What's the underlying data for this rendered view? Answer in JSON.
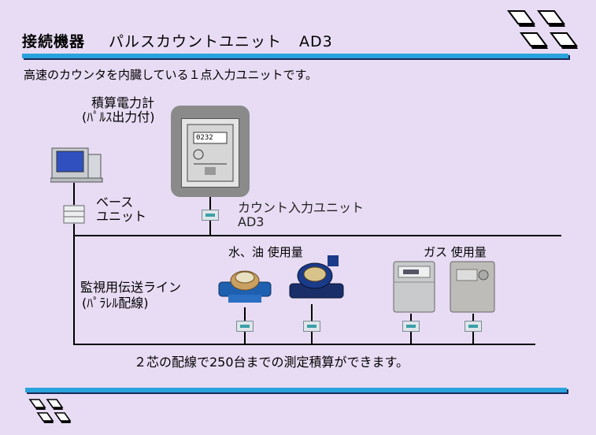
{
  "header": {
    "category": "接続機器",
    "product": "パルスカウントユニット",
    "model": "AD3"
  },
  "description": "高速のカウンタを内臓している１点入力ユニットです。",
  "diagram": {
    "meter_label_line1": "積算電力計",
    "meter_label_line2": "(ﾊﾟﾙｽ出力付)",
    "base_unit_line1": "ベース",
    "base_unit_line2": "ユニット",
    "count_unit_line1": "カウント入力ユニット",
    "count_unit_line2": "AD3",
    "water_label": "水、油 使用量",
    "gas_label": "ガス 使用量",
    "line_label_line1": "監視用伝送ライン",
    "line_label_line2": "(ﾊﾟﾗﾚﾙ配線)",
    "footer_note": "２芯の配線で250台までの測定積算ができます。"
  },
  "meter_display": "0232",
  "colors": {
    "background": "#e8dcf4",
    "accent_bar": "#2aa3dc"
  }
}
